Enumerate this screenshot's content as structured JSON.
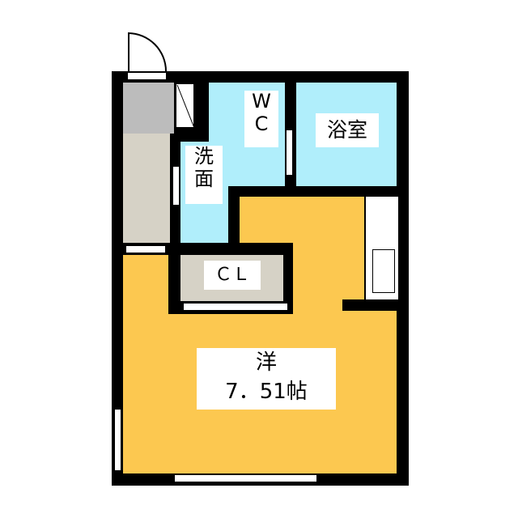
{
  "rooms": {
    "wc": "W\nC",
    "wc_line1": "W",
    "wc_line2": "C",
    "bath": "浴室",
    "wash_line1": "洗",
    "wash_line2": "面",
    "closet": "ＣＬ",
    "western_name": "洋",
    "western_size": "7．51帖"
  },
  "colors": {
    "wall": "#000000",
    "wet_area": "#b0eefb",
    "living": "#fcc850",
    "storage": "#d6d2c6",
    "entrance": "#bcbcbc"
  }
}
